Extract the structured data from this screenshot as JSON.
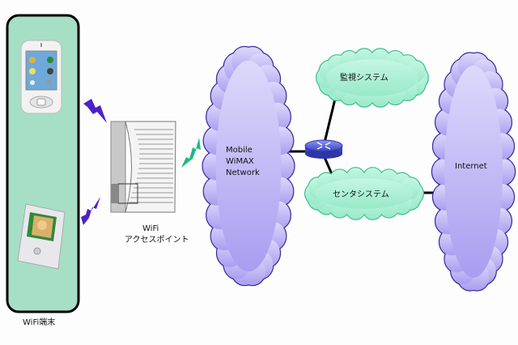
{
  "terminals": {
    "label": "WiFi端末"
  },
  "access_point": {
    "label_line1": "WiFi",
    "label_line2": "アクセスポイント"
  },
  "wimax": {
    "line1": "Mobile",
    "line2": "WiMAX",
    "line3": "Network"
  },
  "monitoring": {
    "label": "監視システム"
  },
  "center": {
    "label": "センタシステム"
  },
  "internet": {
    "label": "Internet"
  },
  "colors": {
    "panel": "#a6dfc6",
    "cloud_purple": "#c9c3f4",
    "cloud_green": "#aef0d6",
    "bolt_purple": "#4b22c8",
    "bolt_green": "#1fb98a",
    "router": "#4d56d8"
  }
}
